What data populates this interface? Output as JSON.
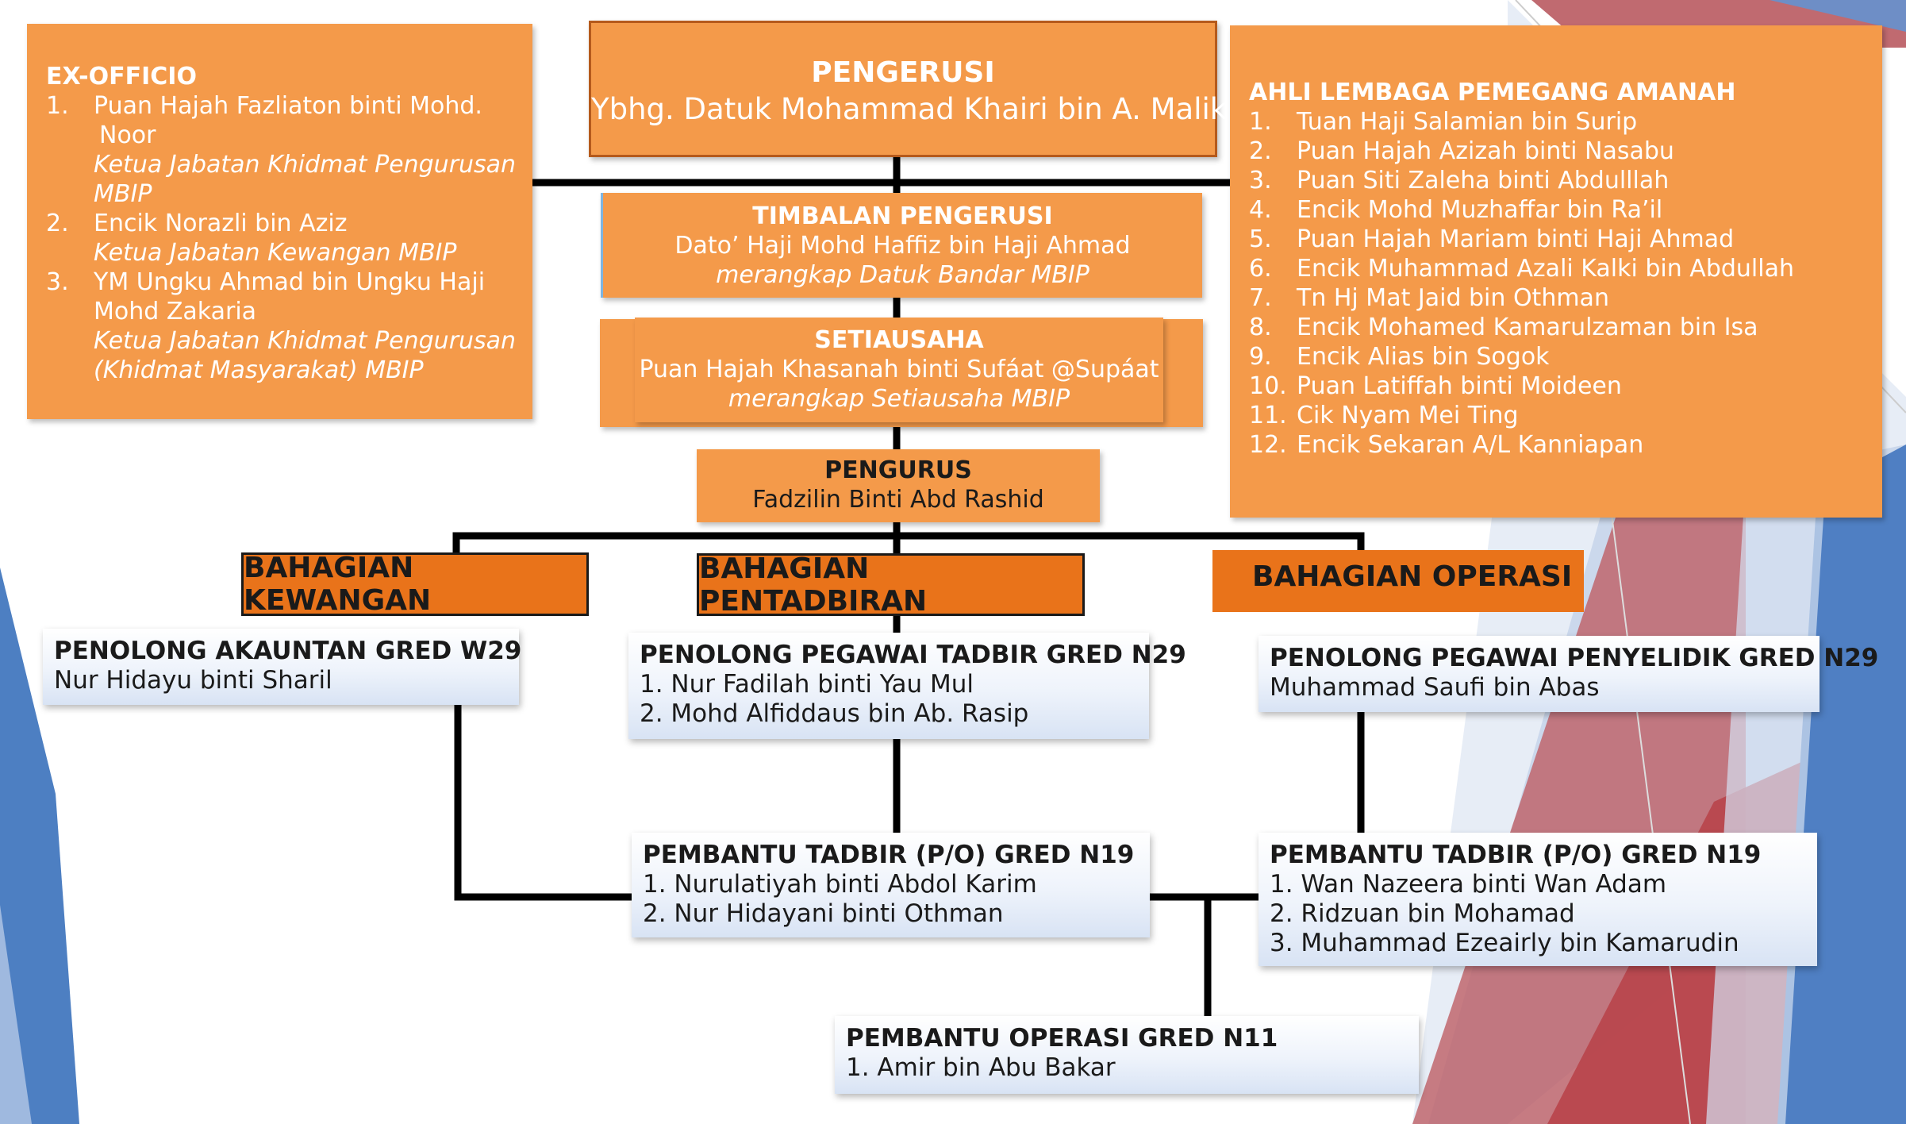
{
  "chairman": {
    "title": "PENGERUSI",
    "name": "Ybhg. Datuk Mohammad Khairi bin A. Malik"
  },
  "ex_officio": {
    "title": "EX-OFFICIO",
    "items": [
      {
        "num": "1.",
        "name_line1": "Puan Hajah Fazliaton binti Mohd.",
        "name_line2": "Noor",
        "role_line1": "Ketua Jabatan Khidmat Pengurusan",
        "role_line2": "MBIP"
      },
      {
        "num": "2.",
        "name_line1": "Encik Norazli bin  Aziz",
        "role_line1": "Ketua Jabatan Kewangan MBIP"
      },
      {
        "num": "3.",
        "name_line1": "YM Ungku Ahmad bin Ungku Haji",
        "name_line2": "Mohd Zakaria",
        "role_line1": "Ketua Jabatan Khidmat Pengurusan",
        "role_line2": "(Khidmat Masyarakat) MBIP"
      }
    ]
  },
  "trustees": {
    "title": "AHLI LEMBAGA PEMEGANG AMANAH",
    "items": [
      {
        "num": "1.",
        "name": "Tuan Haji Salamian bin Surip"
      },
      {
        "num": "2.",
        "name": "Puan Hajah Azizah binti Nasabu"
      },
      {
        "num": "3.",
        "name": "Puan Siti Zaleha binti Abdulllah"
      },
      {
        "num": "4.",
        "name": "Encik Mohd Muzhaffar bin Ra’il"
      },
      {
        "num": "5.",
        "name": "Puan Hajah Mariam binti Haji Ahmad"
      },
      {
        "num": "6.",
        "name": "Encik Muhammad Azali Kalki bin Abdullah"
      },
      {
        "num": "7.",
        "name": "Tn Hj Mat Jaid bin Othman"
      },
      {
        "num": "8.",
        "name": "Encik Mohamed Kamarulzaman bin Isa"
      },
      {
        "num": "9.",
        "name": "Encik Alias bin Sogok"
      },
      {
        "num": "10.",
        "name": "Puan Latiffah binti Moideen"
      },
      {
        "num": "11.",
        "name": "Cik Nyam Mei Ting"
      },
      {
        "num": "12.",
        "name": "Encik Sekaran A/L Kanniapan"
      }
    ]
  },
  "deputy": {
    "title": "TIMBALAN PENGERUSI",
    "name": "Dato’ Haji Mohd Haffiz bin Haji Ahmad",
    "role": "merangkap Datuk Bandar MBIP"
  },
  "secretary": {
    "title": "SETIAUSAHA",
    "name": "Puan Hajah Khasanah binti Sufáat @Supáat",
    "role": "merangkap Setiausaha MBIP"
  },
  "manager": {
    "title": "PENGURUS",
    "name": "Fadzilin Binti Abd Rashid"
  },
  "divisions": {
    "finance": "BAHAGIAN KEWANGAN",
    "admin": "BAHAGIAN PENTADBIRAN",
    "operations": "BAHAGIAN OPERASI"
  },
  "staff": {
    "accountant": {
      "title": "PENOLONG AKAUNTAN GRED W29",
      "names": [
        "Nur Hidayu binti Sharil"
      ]
    },
    "admin_officer": {
      "title": "PENOLONG PEGAWAI TADBIR GRED N29",
      "names": [
        "1. Nur Fadilah binti Yau Mul",
        "2. Mohd Alfiddaus bin Ab. Rasip"
      ]
    },
    "research_officer": {
      "title": "PENOLONG PEGAWAI PENYELIDIK GRED N29",
      "names": [
        " Muhammad Saufi bin Abas"
      ]
    },
    "admin_assistant_mid": {
      "title": "PEMBANTU TADBIR (P/O) GRED N19",
      "names": [
        "1. Nurulatiyah binti Abdol Karim",
        "2. Nur Hidayani binti Othman"
      ]
    },
    "admin_assistant_right": {
      "title": "PEMBANTU TADBIR (P/O) GRED N19",
      "names": [
        "1. Wan Nazeera binti Wan Adam",
        "2. Ridzuan bin Mohamad",
        "3. Muhammad Ezeairly bin Kamarudin"
      ]
    },
    "operations_assistant": {
      "title": "PEMBANTU OPERASI GRED N11",
      "names": [
        " 1. Amir bin Abu Bakar"
      ]
    }
  },
  "colors": {
    "box_orange": "#f49a4a",
    "header_orange": "#e9731a",
    "connector": "#000000",
    "accent_red": "#b8444a",
    "accent_blue": "#4a7cc0"
  }
}
